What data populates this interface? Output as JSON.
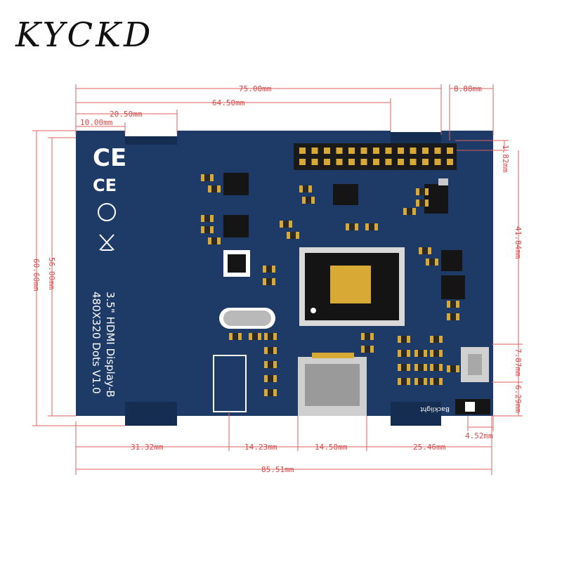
{
  "brand": {
    "logo_text": "KYCKD"
  },
  "board": {
    "silkscreen_line1": "3.5\" HDMI Display-B",
    "silkscreen_line2": "480X320 Dots V1.0",
    "backlight_label": "Backlight",
    "cert_marks": [
      "CE",
      "CE",
      "RoHS/CCC",
      "WEEE"
    ]
  },
  "dimensions": {
    "top_75": "75.00mm",
    "top_64_5": "64.50mm",
    "top_20_5": "20.50mm",
    "top_10": "10.00mm",
    "top_right_8_88": "8.88mm",
    "left_60_6": "60.60mm",
    "left_56": "56.00mm",
    "right_41_84": "41.84mm",
    "right_1_82": "1.82mm",
    "right_7_87": "7.87mm",
    "right_6_29": "6.29mm",
    "right_4_52": "4.52mm",
    "bottom_31_32": "31.32mm",
    "bottom_14_23": "14.23mm",
    "bottom_14_50": "14.50mm",
    "bottom_25_46": "25.46mm",
    "bottom_85_51": "85.51mm"
  },
  "colors": {
    "pcb": "#1e3a66",
    "pcb_dark": "#162d52",
    "gold": "#d9a936",
    "dimension": "#d94a4a"
  }
}
